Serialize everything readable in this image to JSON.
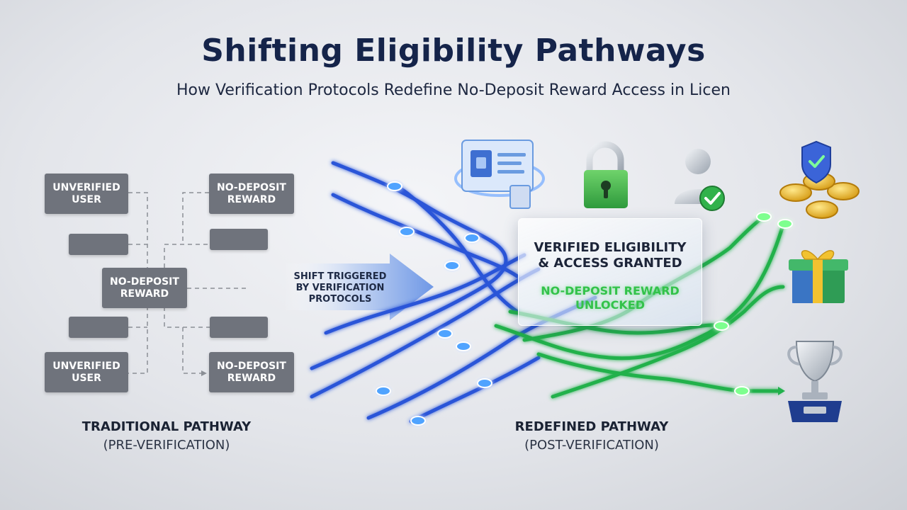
{
  "header": {
    "title": "Shifting Eligibility Pathways",
    "subtitle": "How Verification Protocols Redefine No-Deposit Reward Access in Licen"
  },
  "traditional": {
    "boxes": {
      "unverified_top": "UNVERIFIED\nUSER",
      "reward_top": "NO-DEPOSIT\nREWARD",
      "reward_mid": "NO-DEPOSIT\nREWARD",
      "unverified_bottom": "UNVERIFIED\nUSER",
      "reward_bottom": "NO-DEPOSIT\nREWARD"
    },
    "caption_title": "TRADITIONAL PATHWAY",
    "caption_sub": "(PRE-VERIFICATION)"
  },
  "shift": {
    "label": "SHIFT TRIGGERED\nBY VERIFICATION\nPROTOCOLS"
  },
  "panel": {
    "title": "VERIFIED ELIGIBILITY\n& ACCESS GRANTED",
    "subtitle": "NO-DEPOSIT REWARD\nUNLOCKED"
  },
  "redefined": {
    "caption_title": "REDEFINED PATHWAY",
    "caption_sub": "(POST-VERIFICATION)"
  },
  "icons": [
    "id-card-icon",
    "padlock-icon",
    "verified-user-icon",
    "coins-icon",
    "gift-box-icon",
    "trophy-icon"
  ],
  "colors": {
    "title": "#15244a",
    "gray_box": "#6f737c",
    "blue_path": "#2a55d8",
    "green_path": "#22b14c",
    "glow_green": "#33c24a"
  }
}
